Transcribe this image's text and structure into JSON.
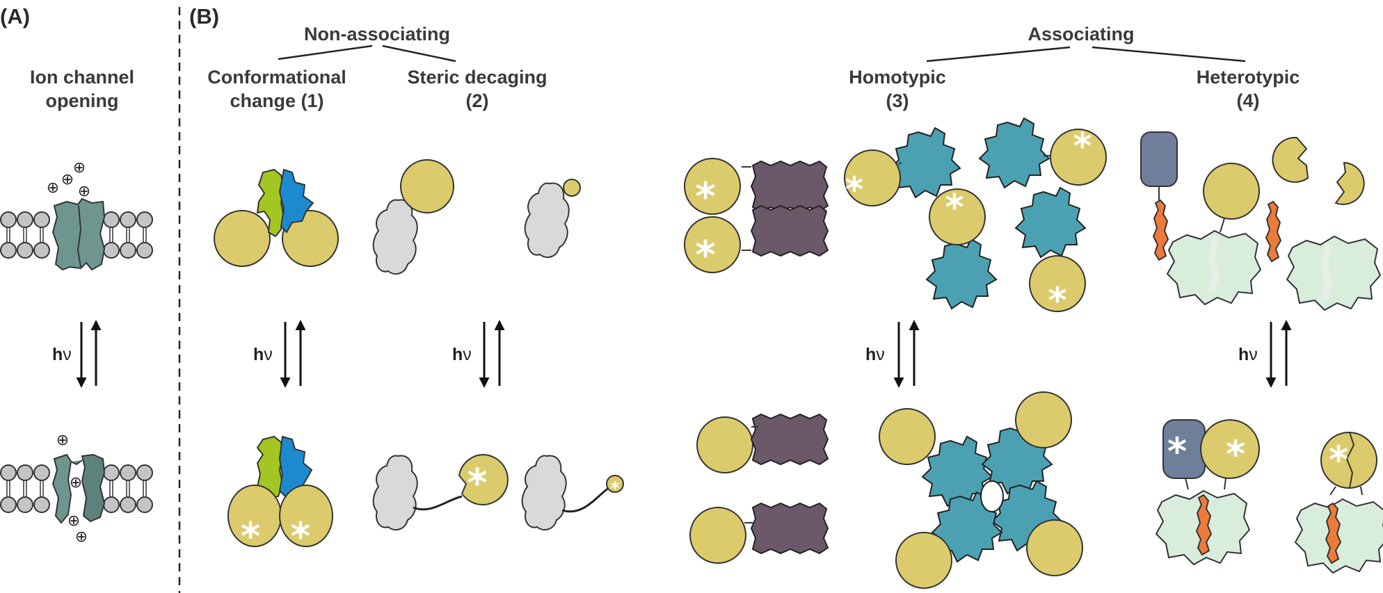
{
  "panels": {
    "a": "(A)",
    "b": "(B)"
  },
  "headings": {
    "ion_channel": [
      "Ion channel",
      "opening"
    ],
    "non_associating": "Non-associating",
    "associating": "Associating",
    "conformational": [
      "Conformational",
      "change (1)"
    ],
    "steric": [
      "Steric decaging",
      "(2)"
    ],
    "homotypic": [
      "Homotypic",
      "(3)"
    ],
    "heterotypic": [
      "Heterotypic",
      "(4)"
    ]
  },
  "symbols": {
    "hv_h": "h",
    "hv_nu": "ν",
    "star": "*",
    "cation": "⊕"
  },
  "colors": {
    "lov_domain": "#dccb6c",
    "channel": "#6f958f",
    "green_protein": "#a3c622",
    "blue_protein": "#1d8ad0",
    "grey_protein": "#d9d9d9",
    "purple_protein": "#6b5869",
    "teal_protein": "#4ba1b1",
    "slate_box": "#6f7f9a",
    "orange_peptide": "#ee7a3a",
    "pale_green_protein": "#d8eddc",
    "lipid_head": "#c4c4c4"
  }
}
